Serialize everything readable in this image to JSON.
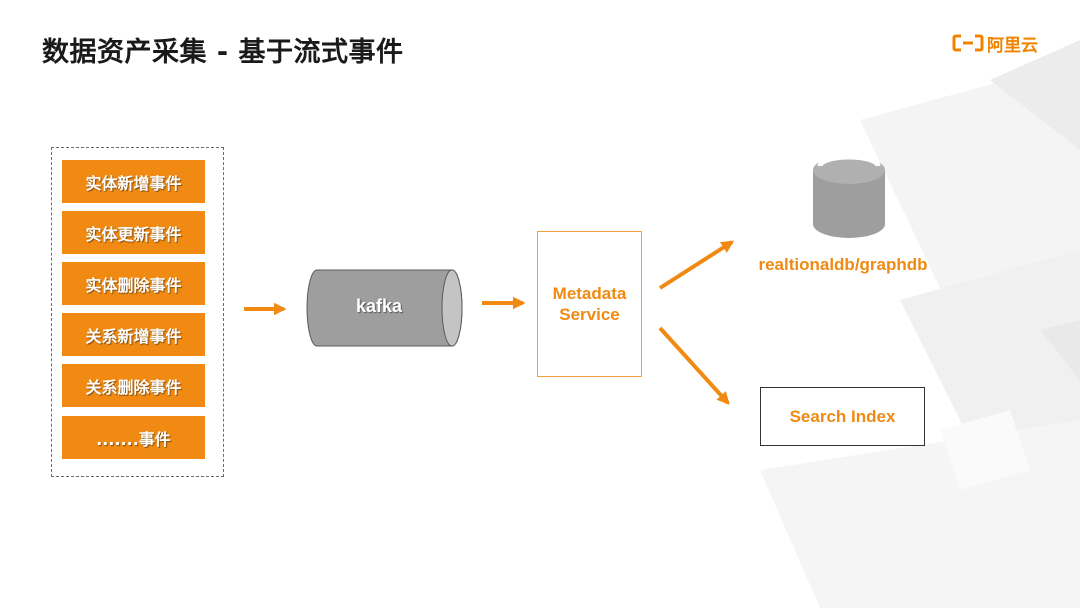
{
  "title": "数据资产采集 - 基于流式事件",
  "brand": {
    "name": "阿里云",
    "logo_icon": "aliyun-logo-icon",
    "color": "#f08300"
  },
  "events": [
    "实体新增事件",
    "实体更新事件",
    "实体删除事件",
    "关系新增事件",
    "关系删除事件",
    ".......事件"
  ],
  "kafka": {
    "label": "kafka"
  },
  "metadata_service": {
    "line1": "Metadata",
    "line2": "Service"
  },
  "database": {
    "label": "realtionaldb/graphdb",
    "icon": "database-cylinder-icon"
  },
  "search_index": {
    "label": "Search Index"
  },
  "colors": {
    "accent": "#f08a12",
    "cylinder": "#9e9e9e",
    "title": "#1a1a1a"
  }
}
